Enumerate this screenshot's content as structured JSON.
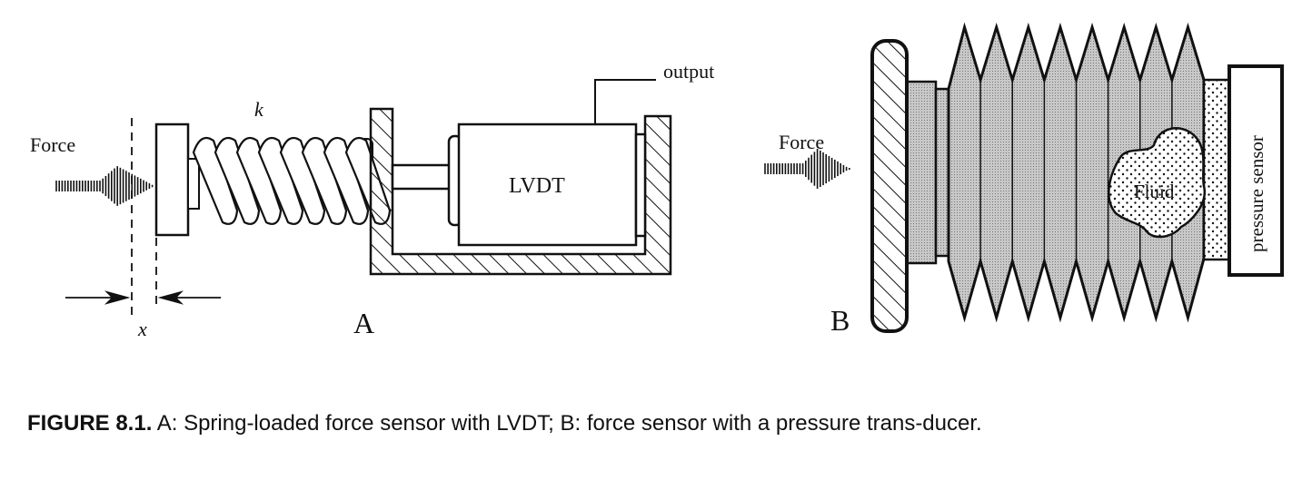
{
  "panel_a": {
    "force_label": "Force",
    "spring_label": "k",
    "sensor_label": "LVDT",
    "output_label": "output",
    "displacement_label": "x",
    "panel_label": "A"
  },
  "panel_b": {
    "force_label": "Force",
    "fluid_label": "Fluid",
    "sensor_label": "pressure sensor",
    "panel_label": "B"
  },
  "caption": {
    "number": "FIGURE 8.1.",
    "text": " A: Spring-loaded force sensor with LVDT; B: force sensor with a pressure trans-ducer."
  }
}
